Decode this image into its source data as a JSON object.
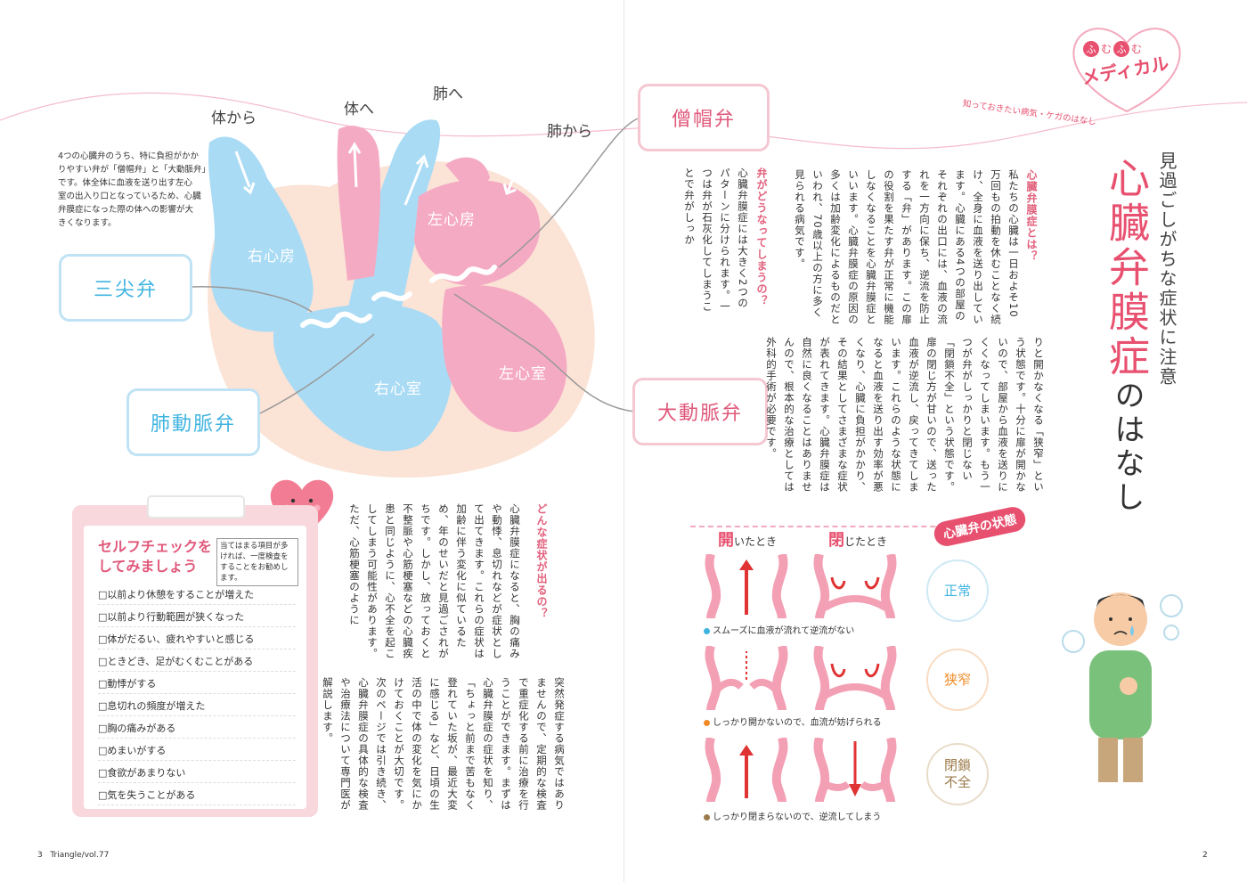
{
  "left_page": {
    "heart_diagram": {
      "intro_lines": [
        "4つの心臓弁のうち、特に負担がかか",
        "りやすい弁が「僧帽弁」と「大動脈弁」",
        "です。体全体に血液を送り出す左心",
        "室の出入り口となっているため、心臓",
        "弁膜症になった際の体への影響が大",
        "きくなります。"
      ],
      "labels": {
        "from_body": "体から",
        "to_body": "体へ",
        "to_lungs": "肺へ",
        "from_lungs": "肺から",
        "right_atrium": "右心房",
        "left_atrium": "左心房",
        "right_ventricle": "右心室",
        "left_ventricle": "左心室"
      },
      "valves": {
        "tricuspid": "三尖弁",
        "pulmonary": "肺動脈弁",
        "mitral": "僧帽弁",
        "aortic": "大動脈弁"
      }
    },
    "self_check": {
      "title_line1": "セルフチェックを",
      "title_line2": "してみましょう",
      "note": "当てはまる項目が多ければ、一度検査をすることをお勧めします。",
      "items": [
        "□以前より休憩をすることが増えた",
        "□以前より行動範囲が狭くなった",
        "□体がだるい、疲れやすいと感じる",
        "□ときどき、足がむくむことがある",
        "□動悸がする",
        "□息切れの頻度が増えた",
        "□胸の痛みがある",
        "□めまいがする",
        "□食欲があまりない",
        "□気を失うことがある"
      ]
    },
    "symptoms_section": {
      "heading": "どんな症状が出るの？",
      "top_text": "心臓弁膜症になると、胸の痛みや動悸、息切れなどが症状として出てきます。これらの症状は加齢に伴う変化に似ているため、年のせいだと見過ごされがちです。しかし、放っておくと不整脈や心筋梗塞などの心臓疾患と同じように、心不全を起こしてしまう可能性があります。ただ、心筋梗塞のように",
      "bottom_text": "突然発症する病気ではありませんので、定期的な検査で重症化する前に治療を行うことができます。まずは心臓弁膜症の症状を知り、「ちょっと前まで苦もなく登れていた坂が、最近大変に感じる」など、日頃の生活の中で体の変化を気にかけておくことが大切です。次のページでは引き続き、心臓弁膜症の具体的な検査や治療法について専門医が解説します。"
    },
    "footer": {
      "page_number": "3",
      "magazine": "Triangle/vol.77"
    }
  },
  "right_page": {
    "series_logo": {
      "chars": [
        "ふ",
        "む",
        "ふ",
        "む"
      ],
      "main": "メディカル",
      "tagline": "知っておきたい病気・ケガのはなし"
    },
    "title": {
      "kicker": "見過ごしがちな症状に注意",
      "main_big": "心臓弁膜症",
      "main_small": "のはなし"
    },
    "what_is": {
      "heading": "心臓弁膜症とは？",
      "text1": "私たちの心臓は一日およそ10万回もの拍動を休むことなく続け、全身に血液を送り出しています。心臓にある4つの部屋のそれぞれの出口には、血液の流れを一方向に保ち、逆流を防止する「弁」があります。この扉の役割を果たす弁が正常に機能しなくなることを心臓弁膜症といいます。心臓弁膜症の原因の多くは加齢変化によるものだといわれ、70歳以上の方に多く見られる病気です。",
      "text2": "りと開かなくなる「狭窄」という状態です。十分に扉が開かないので、部屋から血液を送りにくくなってしまいます。もう一つが弁がしっかりと閉じない「閉鎖不全」という状態です。扉の閉じ方が甘いので、送った血液が逆流し、戻ってきてしまいます。これらのような状態になると血液を送り出す効率が悪くなり、心臓に負担がかかり、その結果としてさまざまな症状が表れてきます。心臓弁膜症は自然に良くなることはありませんので、根本的な治療としては外科的手術が必要です。"
    },
    "how_valve": {
      "heading": "弁がどうなってしまうの？",
      "text": "心臓弁膜症には大きく2つのパターンに分けられます。一つは弁が石灰化してしまうことで弁がしっか"
    },
    "valve_states": {
      "tag": "心臓弁の状態",
      "open_char": "開",
      "open_rest": "いたとき",
      "closed_char": "閉",
      "closed_rest": "じたとき",
      "rows": [
        {
          "status": "正常",
          "caption": "スムーズに血液が流れて逆流がない",
          "color": "#3fb4e0"
        },
        {
          "status": "狭窄",
          "caption": "しっかり開かないので、血流が妨げられる",
          "color": "#f08a25"
        },
        {
          "status": "閉鎖不全",
          "status_l1": "閉鎖",
          "status_l2": "不全",
          "caption": "しっかり閉まらないので、逆流してしまう",
          "color": "#9b7a4a"
        }
      ]
    },
    "footer": {
      "page_number": "2"
    }
  }
}
